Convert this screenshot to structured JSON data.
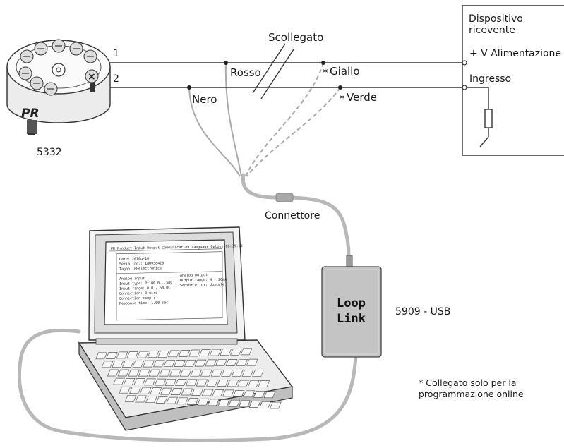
{
  "device": {
    "model": "5332",
    "logo": "PR",
    "terminal_1": "1",
    "terminal_2": "2"
  },
  "receiver": {
    "title_line1": "Dispositivo",
    "title_line2": "ricevente",
    "supply": "+ V Alimentazione",
    "input": "Ingresso"
  },
  "wires": {
    "disconnected": "Scollegato",
    "red": "Rosso",
    "black": "Nero",
    "yellow": "Giallo",
    "green": "Verde",
    "star": "*"
  },
  "connector": "Connettore",
  "interface": {
    "line1": "Loop",
    "line2": "Link",
    "model": "5909 - USB"
  },
  "footnote": {
    "line1": "* Collegato solo per la",
    "line2": "programmazione online"
  },
  "screen": {
    "menubar": "PR Product Input Output Communication Language Option 88:39:88",
    "date": "Date:  2016p-10",
    "serial": "Serial no.:  180958420",
    "tagno": "Tagno:  PRelectronics",
    "analog_input": "Analog input",
    "input_type": "Input type:   Pt100  0...50C",
    "input_range": "Input range:   0.0 - 50.0C",
    "connection": "Connection:   3-wire",
    "comp": "Connection comp.:",
    "response": "Response time:   1.00 sec",
    "analog_output": "Analog output",
    "out_range": "Output range:   4 - 20mA",
    "error": "Sensor error:   Upscale"
  }
}
